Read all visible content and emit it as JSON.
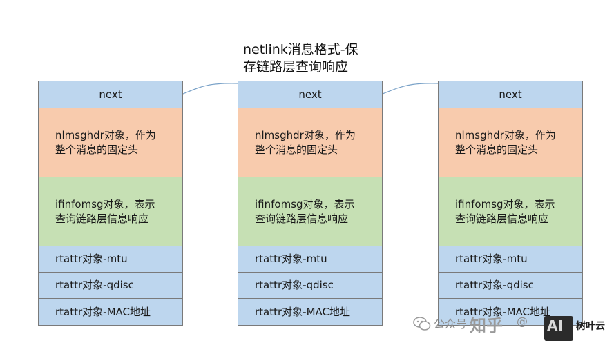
{
  "title": {
    "line1": "netlink消息格式-保",
    "line2": "存链路层查询响应"
  },
  "colors": {
    "blue": "#bdd6ee",
    "orange": "#f8cbad",
    "green": "#c6e0b4",
    "border": "#7a7a7a",
    "connector": "#7aa2c8"
  },
  "stacks": [
    {
      "next": "next",
      "nlmsghdr": [
        "nlmsghdr对象，作为",
        "整个消息的固定头"
      ],
      "ifinfomsg": [
        "ifinfomsg对象，表示",
        "查询链路层信息响应"
      ],
      "rtattr_mtu": "rtattr对象-mtu",
      "rtattr_qdisc": "rtattr对象-qdisc",
      "rtattr_mac": "rtattr对象-MAC地址"
    },
    {
      "next": "next",
      "nlmsghdr": [
        "nlmsghdr对象，作为",
        "整个消息的固定头"
      ],
      "ifinfomsg": [
        "ifinfomsg对象，表示",
        "查询链路层信息响应"
      ],
      "rtattr_mtu": "rtattr对象-mtu",
      "rtattr_qdisc": "rtattr对象-qdisc",
      "rtattr_mac": "rtattr对象-MAC地址"
    },
    {
      "next": "next",
      "nlmsghdr": [
        "nlmsghdr对象，作为",
        "整个消息的固定头"
      ],
      "ifinfomsg": [
        "ifinfomsg对象，表示",
        "查询链路层信息响应"
      ],
      "rtattr_mtu": "rtattr对象-mtu",
      "rtattr_qdisc": "rtattr对象-qdisc",
      "rtattr_mac": "rtattr对象-MAC地址"
    }
  ],
  "watermark": {
    "icon": "wechat-icon",
    "text1": "公众号",
    "text2": "知乎",
    "text3": "@",
    "badge": "AI",
    "text5": "树叶云"
  }
}
